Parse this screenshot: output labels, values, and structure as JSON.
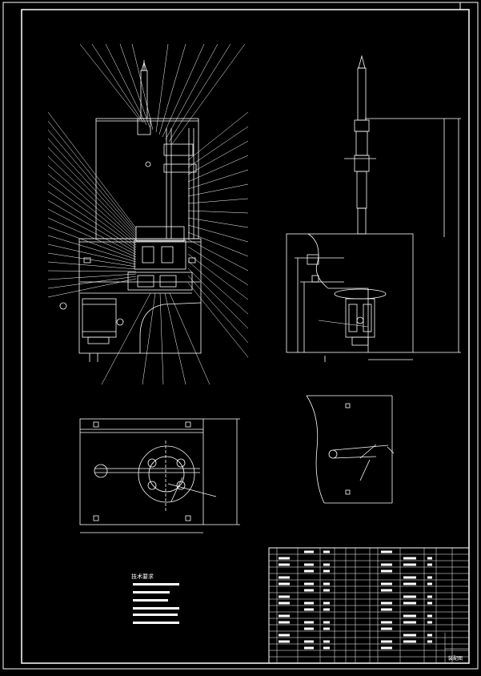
{
  "drawing": {
    "background": "#000000",
    "line_color": "#FFFFFF",
    "note_title": "技术要求",
    "leader_count_left": 36,
    "leader_count_right": 18
  },
  "title_block": {
    "title_text": "装配图"
  }
}
